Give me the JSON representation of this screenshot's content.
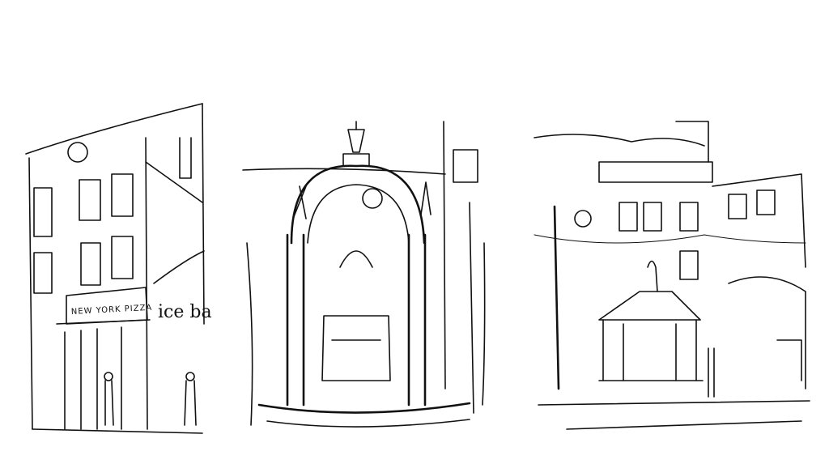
{
  "sketches": [
    {
      "name": "street-corner",
      "signs": {
        "shop_sign": "NEW YORK PIZZA",
        "side_sign": "ice ba"
      }
    },
    {
      "name": "fountain-monument"
    },
    {
      "name": "square-kiosk"
    }
  ],
  "colors": {
    "ink": "#111111",
    "paper": "#ffffff"
  }
}
